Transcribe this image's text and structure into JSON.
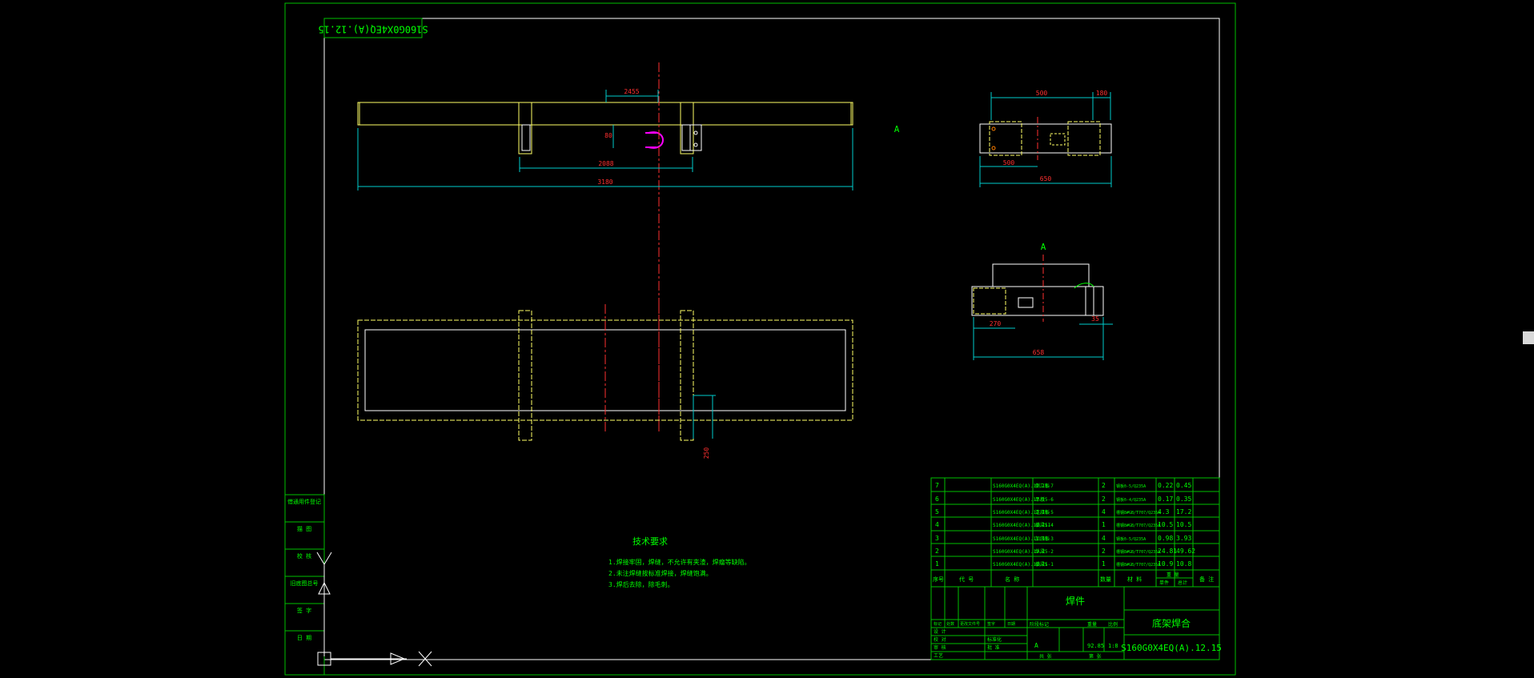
{
  "drawing_code_stamp": "S160G0X4EQ(A).12.15",
  "view_label_a_top": "A",
  "view_label_a_side": "A",
  "dims": {
    "d_2455": "2455",
    "d_80": "80",
    "d_2088": "2088",
    "d_3180": "3180",
    "d_500": "500",
    "d_180": "180",
    "d_650": "650",
    "d_500b": "500",
    "d_270": "270",
    "d_658": "658",
    "d_35": "35",
    "d_250": "250"
  },
  "tech_req": {
    "title": "技术要求",
    "lines": [
      "1.焊接牢固，焊缝，不允许有夹渣，焊瘤等缺陷。",
      "2.未注焊缝按标准焊接，焊缝饱满。",
      "3.焊后去除，除毛刺。"
    ]
  },
  "left_stamps": [
    "借通用件登记",
    "描 图",
    "校 核",
    "旧底图总号",
    "签 字",
    "日 期"
  ],
  "bom": {
    "rows": [
      {
        "no": "7",
        "code": "S160G0X4EQ(A).12.15-7",
        "name": "侧立板",
        "qty": "2",
        "mat": "钢板δ-5/Q235A",
        "w1": "0.22",
        "w2": "0.45"
      },
      {
        "no": "6",
        "code": "S160G0X4EQ(A).12.15-6",
        "name": "吊板",
        "qty": "2",
        "mat": "钢板δ-4/Q235A",
        "w1": "0.17",
        "w2": "0.35"
      },
      {
        "no": "5",
        "code": "S160G0X4EQ(A).12.15-5",
        "name": "连接板",
        "qty": "4",
        "mat": "槽钢8#GB/T707/Q235A",
        "w1": "4.3",
        "w2": "17.2"
      },
      {
        "no": "4",
        "code": "S160G0X4EQ(A).12.15-4",
        "name": "横梁II",
        "qty": "1",
        "mat": "槽钢8#GB/T707/Q235A",
        "w1": "10.5",
        "w2": "10.5"
      },
      {
        "no": "3",
        "code": "S160G0X4EQ(A).12.15-3",
        "name": "加强板",
        "qty": "4",
        "mat": "钢板δ-5/Q235A",
        "w1": "0.98",
        "w2": "3.93"
      },
      {
        "no": "2",
        "code": "S160G0X4EQ(A).12.15-2",
        "name": "纵梁",
        "qty": "2",
        "mat": "槽钢8#GB/T707/Q235A",
        "w1": "24.81",
        "w2": "49.62"
      },
      {
        "no": "1",
        "code": "S160G0X4EQ(A).12.15-1",
        "name": "横梁I",
        "qty": "1",
        "mat": "槽钢8#GB/T707/Q235A",
        "w1": "10.9",
        "w2": "10.8"
      }
    ],
    "header": {
      "no": "序号",
      "code": "代 号",
      "name": "名 称",
      "qty": "数量",
      "mat": "材 料",
      "w1": "单件",
      "w2": "总计",
      "wt": "重 量",
      "note": "备 注"
    }
  },
  "title_block": {
    "part_type": "焊件",
    "part_name": "底架焊合",
    "drawing_no": "S160G0X4EQ(A).12.15",
    "scale": "1:8",
    "weight": "92.85",
    "stage": "A",
    "rev_hdr": [
      "标记",
      "处数",
      "更改文件号",
      "签字",
      "日期"
    ],
    "role_labels": [
      "设 计",
      "校 对",
      "审 核",
      "工艺",
      "标准化",
      "批 准"
    ],
    "mid_labels": [
      "阶段标记",
      "重量",
      "比例"
    ],
    "sheet_labels": [
      "共 张",
      "第 张"
    ]
  }
}
